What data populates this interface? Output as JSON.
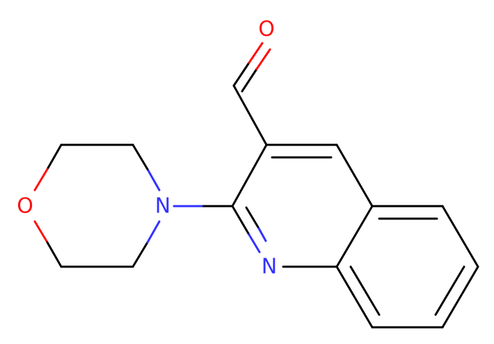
{
  "molecule": {
    "atoms": {
      "o_aldehyde": {
        "symbol": "O",
        "color": "#ff0d0d"
      },
      "o_morpholine": {
        "symbol": "O",
        "color": "#ff0d0d"
      },
      "n_morpholine": {
        "symbol": "N",
        "color": "#3232ff"
      },
      "n_quinoline": {
        "symbol": "N",
        "color": "#3232ff"
      }
    },
    "bond_color": "#000000"
  }
}
